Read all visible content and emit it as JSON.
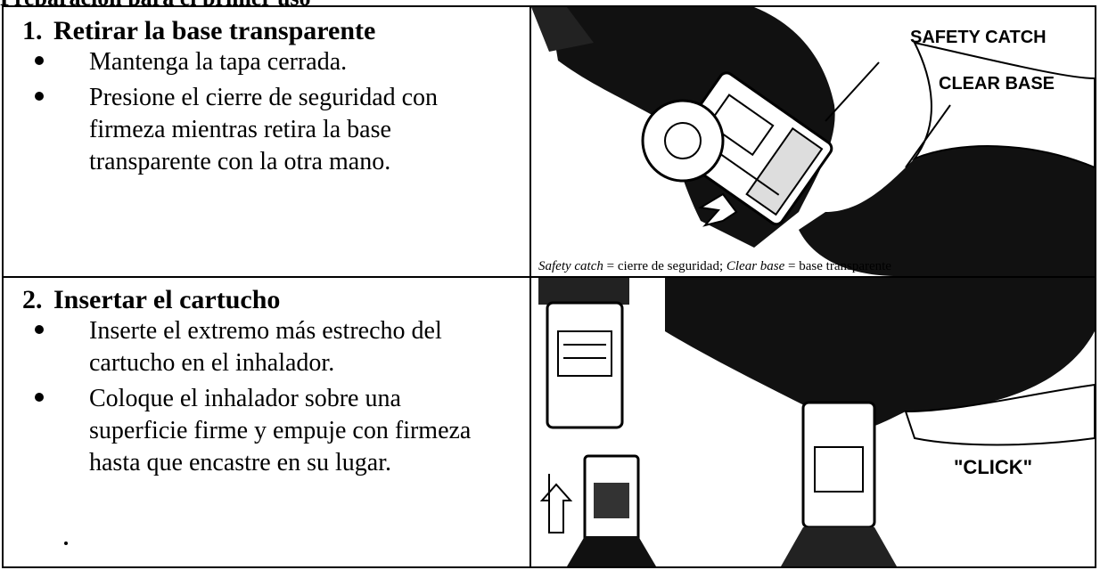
{
  "heading": "Preparación para el primer uso",
  "steps": [
    {
      "number": "1.",
      "title": "Retirar la base transparente",
      "bullets": [
        "Mantenga la tapa cerrada.",
        "Presione el cierre de seguridad con firmeza mientras retira la base transparente con la otra mano."
      ]
    },
    {
      "number": "2.",
      "title": "Insertar el cartucho",
      "bullets": [
        "Inserte el extremo más estrecho del cartucho en el inhalador.",
        "Coloque el inhalador sobre una superficie firme y empuje con firmeza hasta que encastre en su lugar."
      ]
    }
  ],
  "figure1": {
    "label_safety_catch": "SAFETY CATCH",
    "label_clear_base": "CLEAR BASE",
    "caption_term1": "Safety catch",
    "caption_def1": " = cierre de seguridad; ",
    "caption_term2": "Clear base",
    "caption_def2": " = base transparente"
  },
  "figure2": {
    "label_click": "\"CLICK\""
  }
}
